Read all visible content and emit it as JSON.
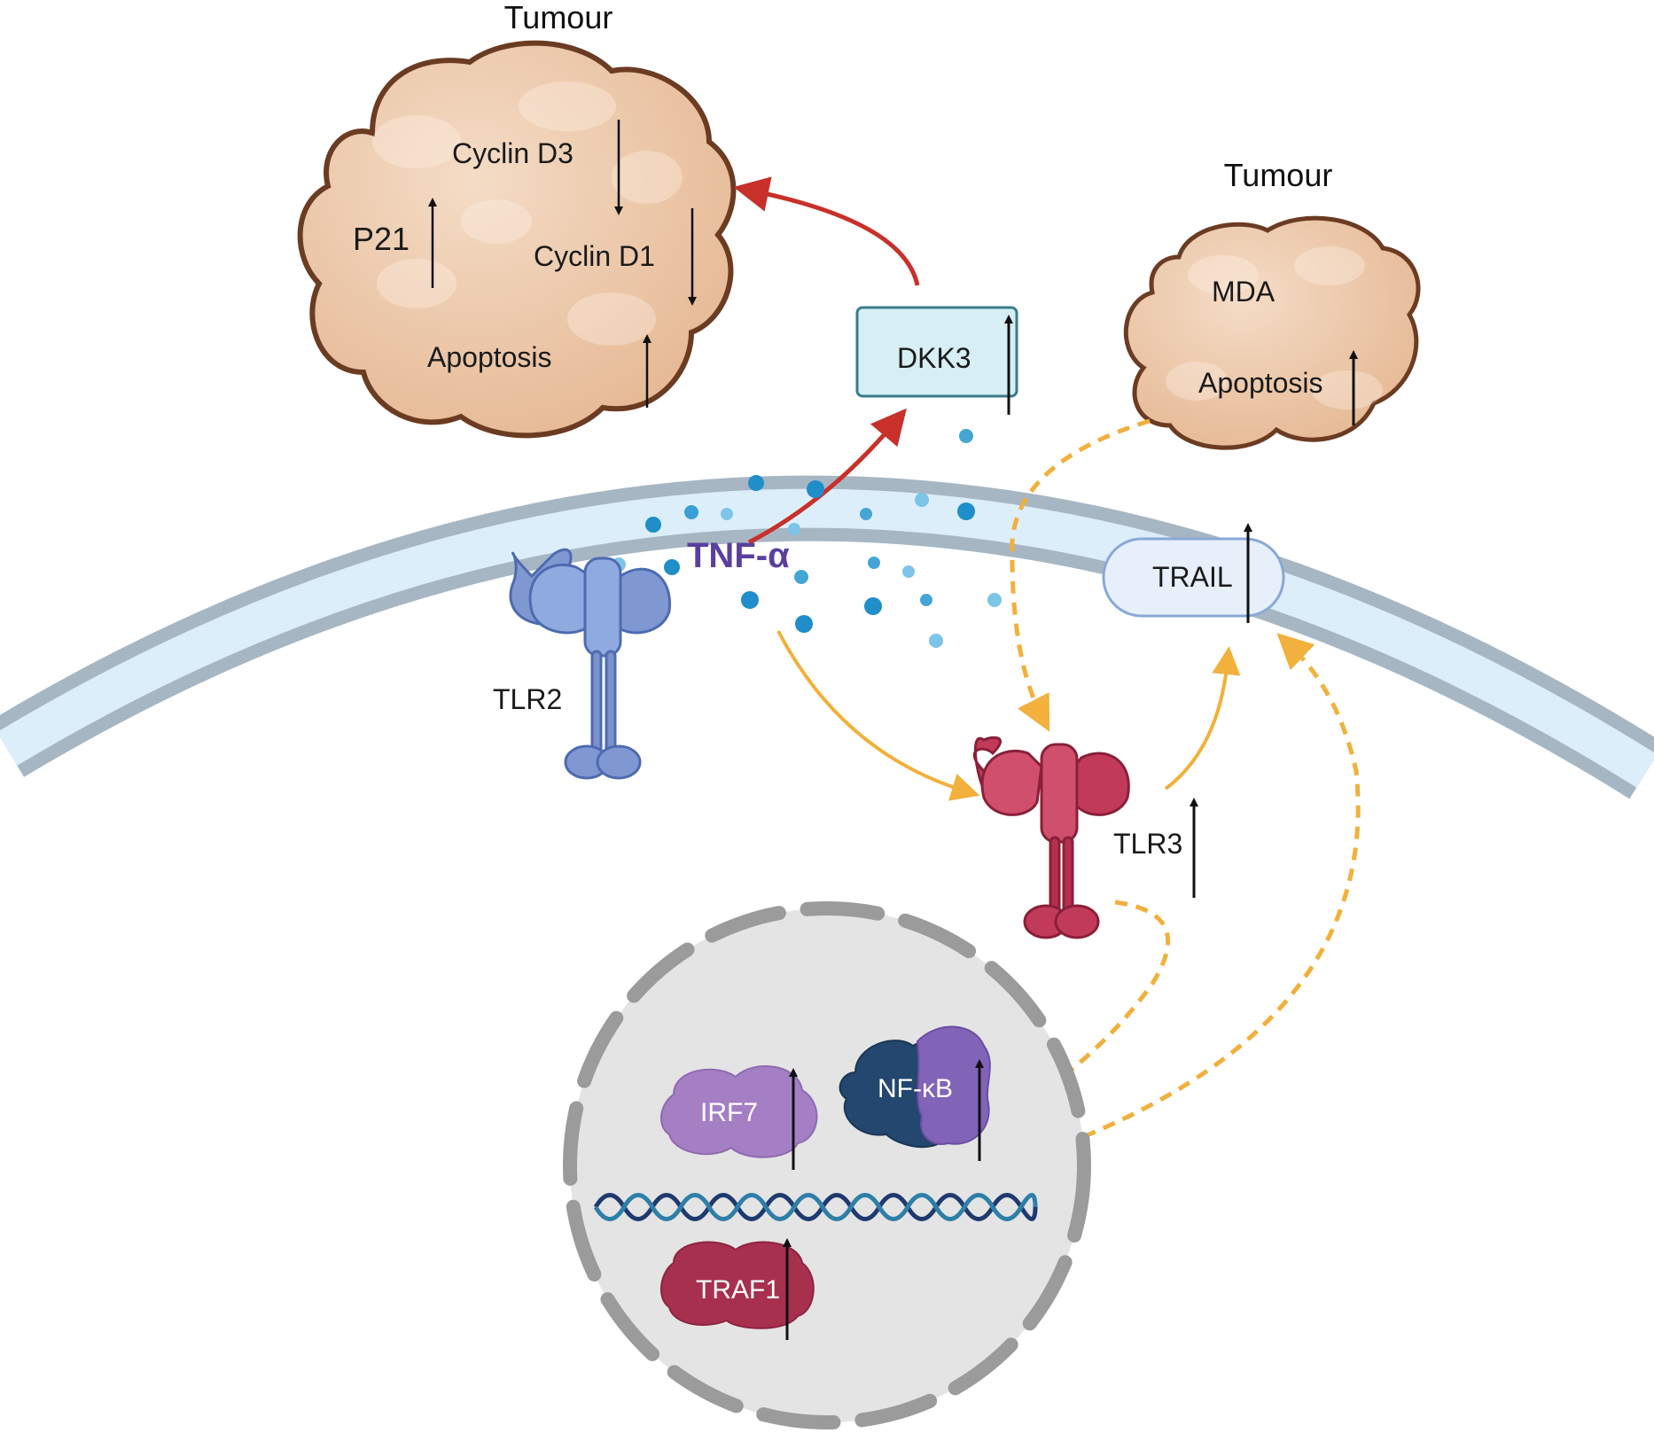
{
  "tumour_left": {
    "title": "Tumour",
    "cyclin_d3": "Cyclin D3",
    "p21": "P21",
    "cyclin_d1": "Cyclin D1",
    "apoptosis": "Apoptosis"
  },
  "tumour_right": {
    "title": "Tumour",
    "mda": "MDA",
    "apoptosis": "Apoptosis"
  },
  "dkk3": "DKK3",
  "tnf": "TNF-α",
  "trail": "TRAIL",
  "tlr2": "TLR2",
  "tlr3": "TLR3",
  "nucleus": {
    "irf7": "IRF7",
    "nfkb": "NF-κB",
    "traf1": "TRAF1"
  },
  "colors": {
    "tumour_fill": "#ebc3a1",
    "tumour_stroke": "#6b3b22",
    "tlr2": "#8098d2",
    "tlr3": "#c23a5a",
    "tnf_text": "#5b3f9e",
    "red_arrow": "#c8302a",
    "orange_arrow": "#f2b03c",
    "membrane_outer": "#a7b6c3",
    "membrane_inner": "#ddeefb",
    "nucleus_fill": "#e4e4e4",
    "irf7": "#a57fc4",
    "nfkb_dark": "#23476e",
    "nfkb_purple": "#8164b8",
    "traf1": "#a8304f"
  }
}
